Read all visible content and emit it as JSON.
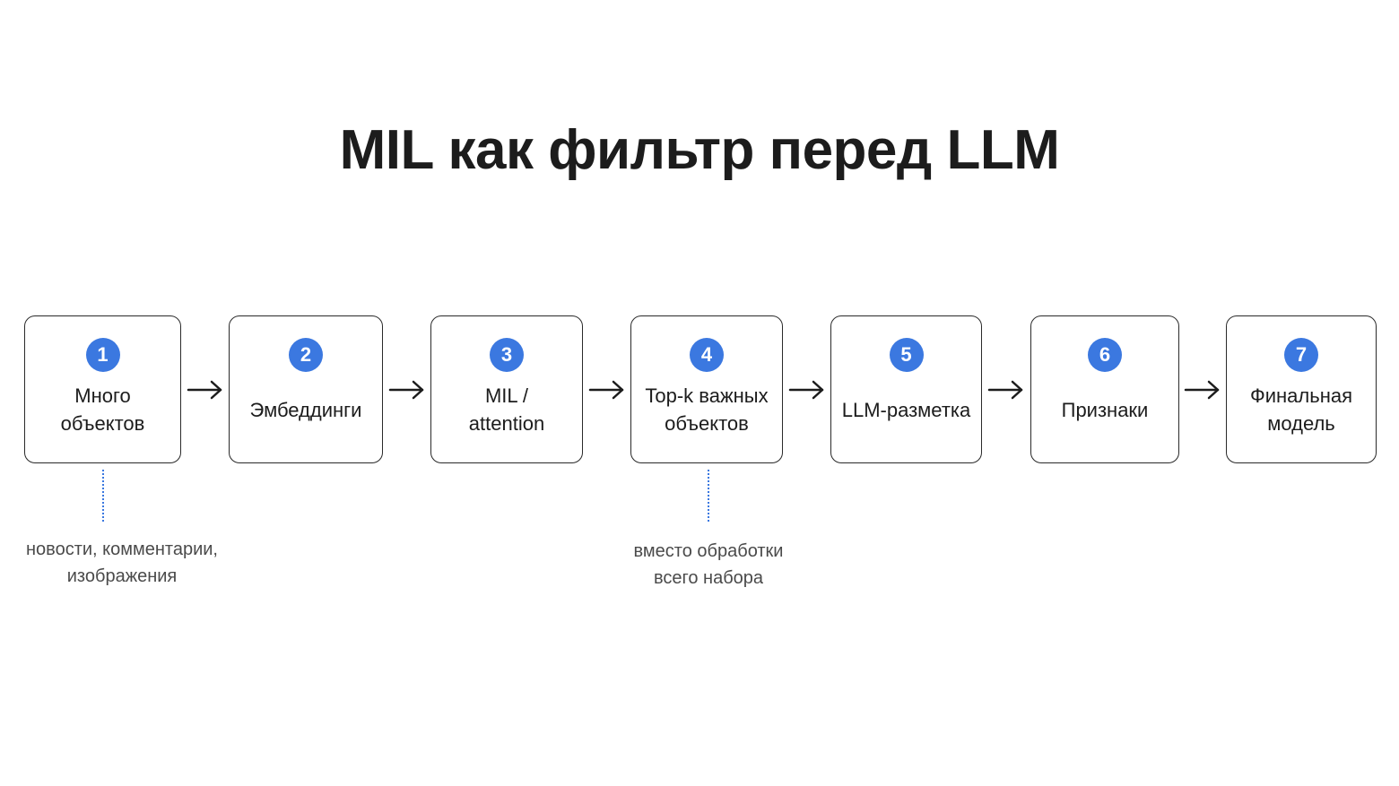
{
  "title": "MIL как фильтр перед LLM",
  "colors": {
    "badge": "#3b78e0",
    "connector": "#3b78e0",
    "border": "#2a2a2a"
  },
  "steps": [
    {
      "number": "1",
      "label": "Много\nобъектов"
    },
    {
      "number": "2",
      "label": "Эмбеддинги"
    },
    {
      "number": "3",
      "label": "MIL /\nattention"
    },
    {
      "number": "4",
      "label": "Top-k важных\nобъектов"
    },
    {
      "number": "5",
      "label": "LLM-разметка"
    },
    {
      "number": "6",
      "label": "Признаки"
    },
    {
      "number": "7",
      "label": "Финальная\nмодель"
    }
  ],
  "notes": [
    {
      "step": "1",
      "text": "новости, комментарии,\nизображения"
    },
    {
      "step": "4",
      "text": "вместо обработки\nвсего набора"
    }
  ]
}
